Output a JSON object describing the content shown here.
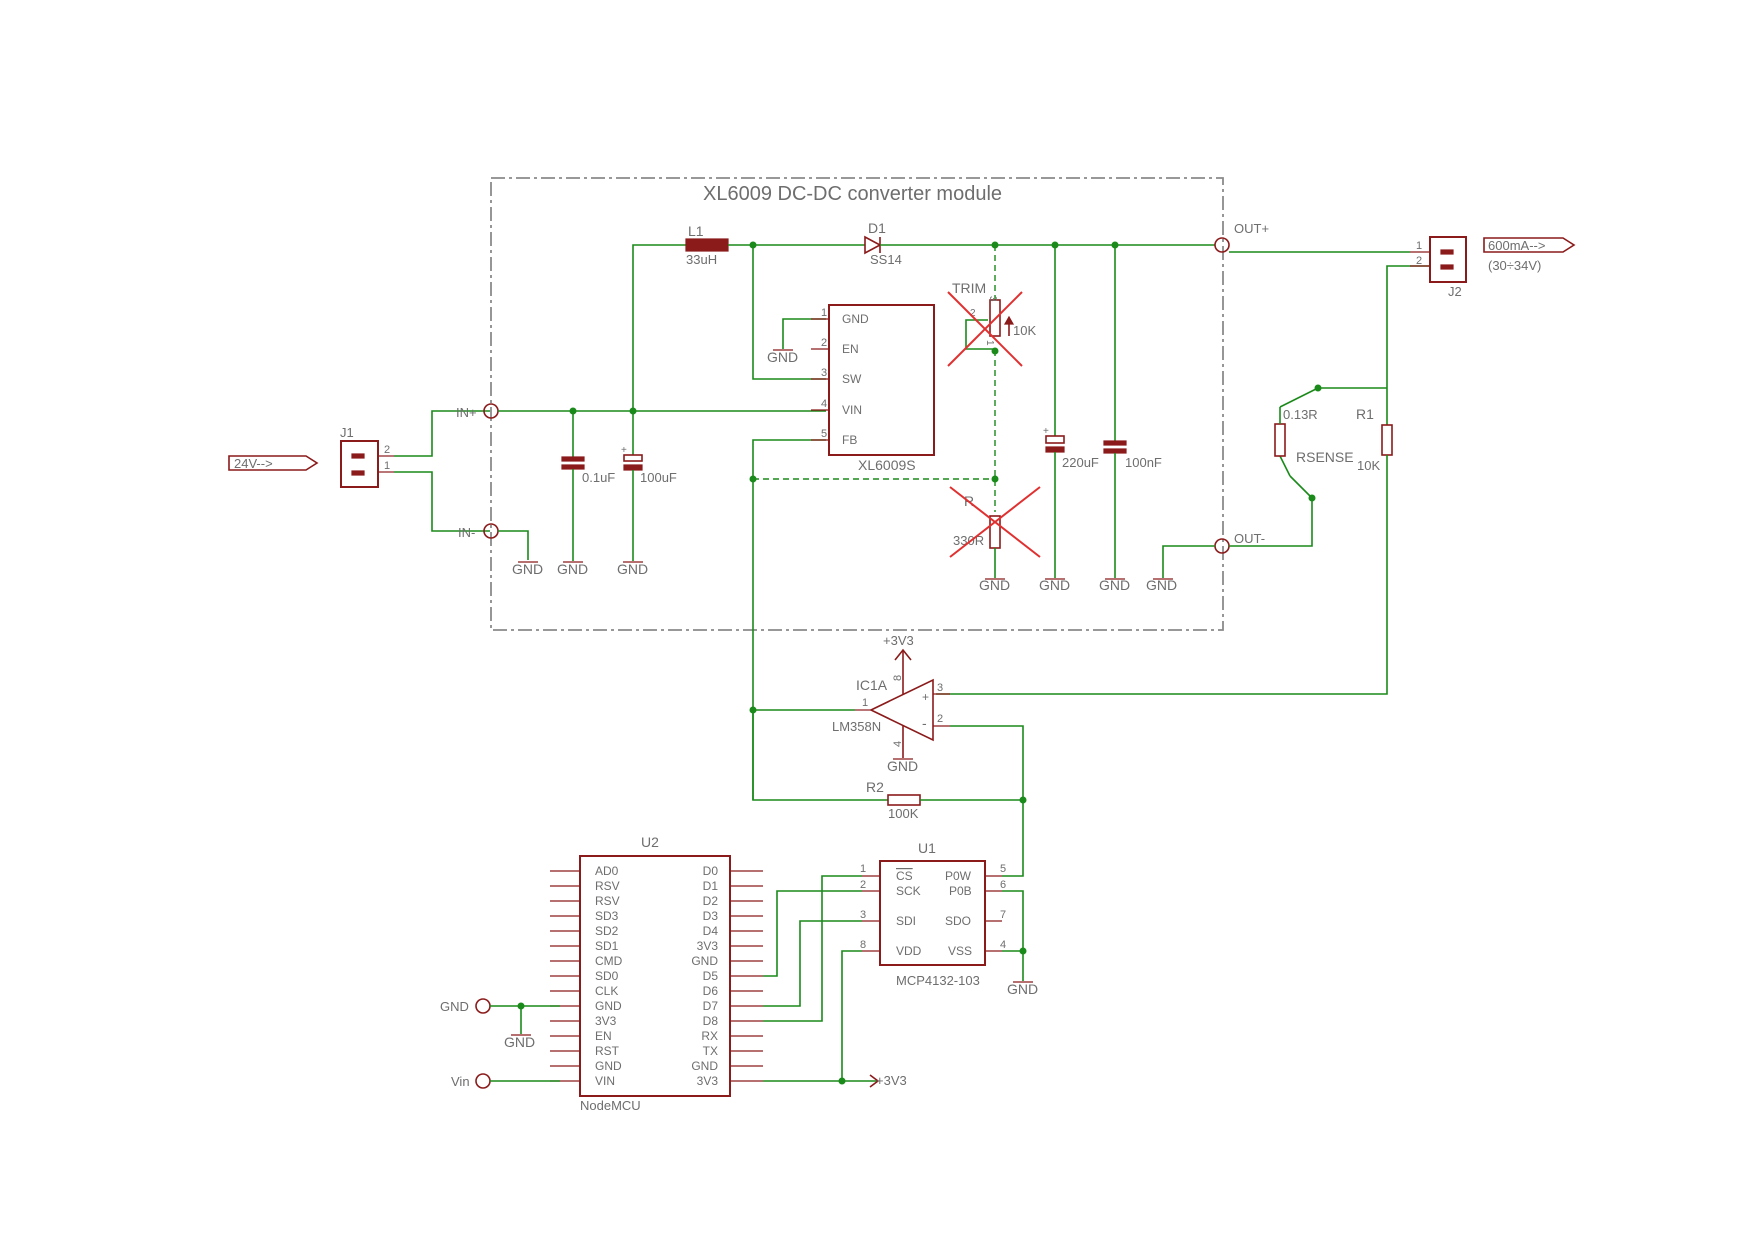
{
  "title": "XL6009 DC-DC converter module",
  "input_label": "24V-->",
  "output_label": "600mA-->",
  "output_range": "(30÷34V)",
  "connectors": {
    "j1": {
      "ref": "J1",
      "pins": [
        "2",
        "1"
      ]
    },
    "j2": {
      "ref": "J2",
      "pins": [
        "1",
        "2"
      ]
    }
  },
  "ports": {
    "in_plus": "IN+",
    "in_minus": "IN-",
    "out_plus": "OUT+",
    "out_minus": "OUT-",
    "gnd": "GND",
    "vin": "Vin"
  },
  "components": {
    "l1": {
      "ref": "L1",
      "value": "33uH"
    },
    "d1": {
      "ref": "D1",
      "value": "SS14"
    },
    "c_01": {
      "value": "0.1uF"
    },
    "c_100u": {
      "value": "100uF"
    },
    "c_220u": {
      "value": "220uF"
    },
    "c_100n": {
      "value": "100nF"
    },
    "trim": {
      "ref": "TRIM",
      "value": "10K",
      "pins": [
        "3",
        "2",
        "1"
      ]
    },
    "r_330": {
      "ref": "R",
      "value": "330R"
    },
    "rsense": {
      "ref": "RSENSE",
      "value": "0.13R"
    },
    "r1": {
      "ref": "R1",
      "value": "10K"
    },
    "r2": {
      "ref": "R2",
      "value": "100K"
    }
  },
  "xl6009": {
    "name": "XL6009S",
    "pins": [
      {
        "num": "1",
        "name": "GND"
      },
      {
        "num": "2",
        "name": "EN"
      },
      {
        "num": "3",
        "name": "SW"
      },
      {
        "num": "4",
        "name": "VIN"
      },
      {
        "num": "5",
        "name": "FB"
      }
    ]
  },
  "opamp": {
    "ref": "IC1A",
    "name": "LM358N",
    "supply": "+3V3",
    "gnd": "GND",
    "pins": {
      "out": "1",
      "inv": "2",
      "noninv": "3",
      "vcc": "8",
      "vee": "4"
    },
    "plus": "+",
    "minus": "-"
  },
  "mcp": {
    "ref": "U1",
    "name": "MCP4132-103",
    "left_pins": [
      {
        "num": "1",
        "name": "CS"
      },
      {
        "num": "2",
        "name": "SCK"
      },
      {
        "num": "3",
        "name": "SDI"
      },
      {
        "num": "8",
        "name": "VDD"
      }
    ],
    "right_pins": [
      {
        "num": "5",
        "name": "P0W"
      },
      {
        "num": "6",
        "name": "P0B"
      },
      {
        "num": "7",
        "name": "SDO"
      },
      {
        "num": "4",
        "name": "VSS"
      }
    ],
    "gnd": "GND"
  },
  "nodemcu": {
    "ref": "U2",
    "name": "NodeMCU",
    "left_pins": [
      "AD0",
      "RSV",
      "RSV",
      "SD3",
      "SD2",
      "SD1",
      "CMD",
      "SD0",
      "CLK",
      "GND",
      "3V3",
      "EN",
      "RST",
      "GND",
      "VIN"
    ],
    "right_pins": [
      "D0",
      "D1",
      "D2",
      "D3",
      "D4",
      "3V3",
      "GND",
      "D5",
      "D6",
      "D7",
      "D8",
      "RX",
      "TX",
      "GND",
      "3V3"
    ],
    "supply": "+3V3"
  },
  "colors": {
    "wire": "#1a8a1a",
    "part": "#8b1a1a",
    "text": "#6e6e6e",
    "frame": "#8a8a8a",
    "dnp_mark": "#e03030"
  }
}
